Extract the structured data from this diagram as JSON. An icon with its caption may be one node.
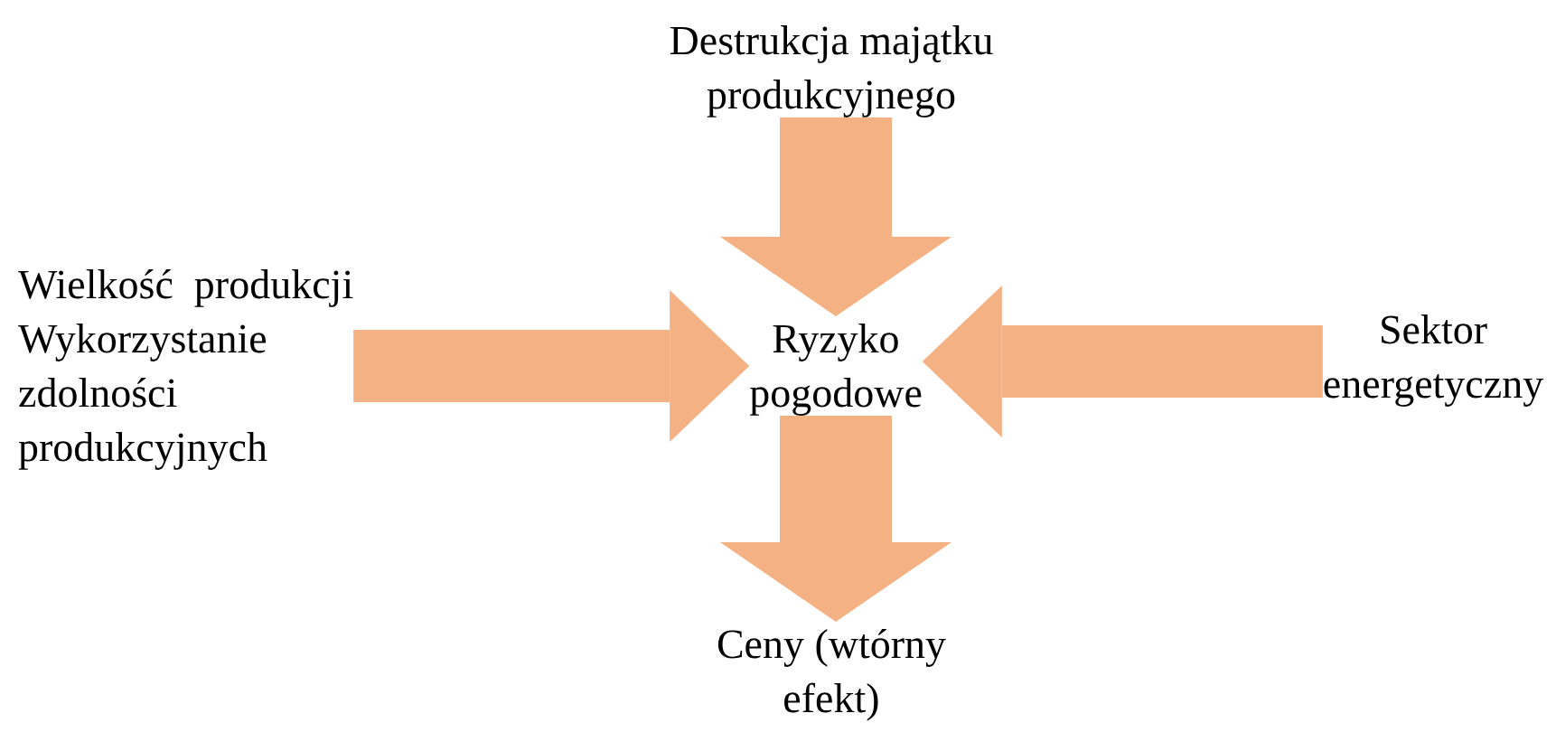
{
  "diagram": {
    "nodes": [
      {
        "text": [
          "Destrukcja majątku produkcyjnego"
        ]
      },
      {
        "text": [
          "Wielkość  produkcji",
          "Wykorzystanie zdolności produkcyjnych"
        ]
      },
      {
        "text": [
          "Ryzyko pogodowe"
        ]
      },
      {
        "text": [
          "Sektor energetyczny"
        ]
      },
      {
        "text": [
          "Ceny (wtórny efekt)"
        ]
      }
    ],
    "edges": [
      {
        "from": 0,
        "to": 2,
        "arrow": "to"
      },
      {
        "from": 1,
        "to": 2,
        "arrow": "to"
      },
      {
        "from": 3,
        "to": 2,
        "arrow": "to"
      },
      {
        "from": 2,
        "to": 4,
        "arrow": "to"
      }
    ]
  }
}
